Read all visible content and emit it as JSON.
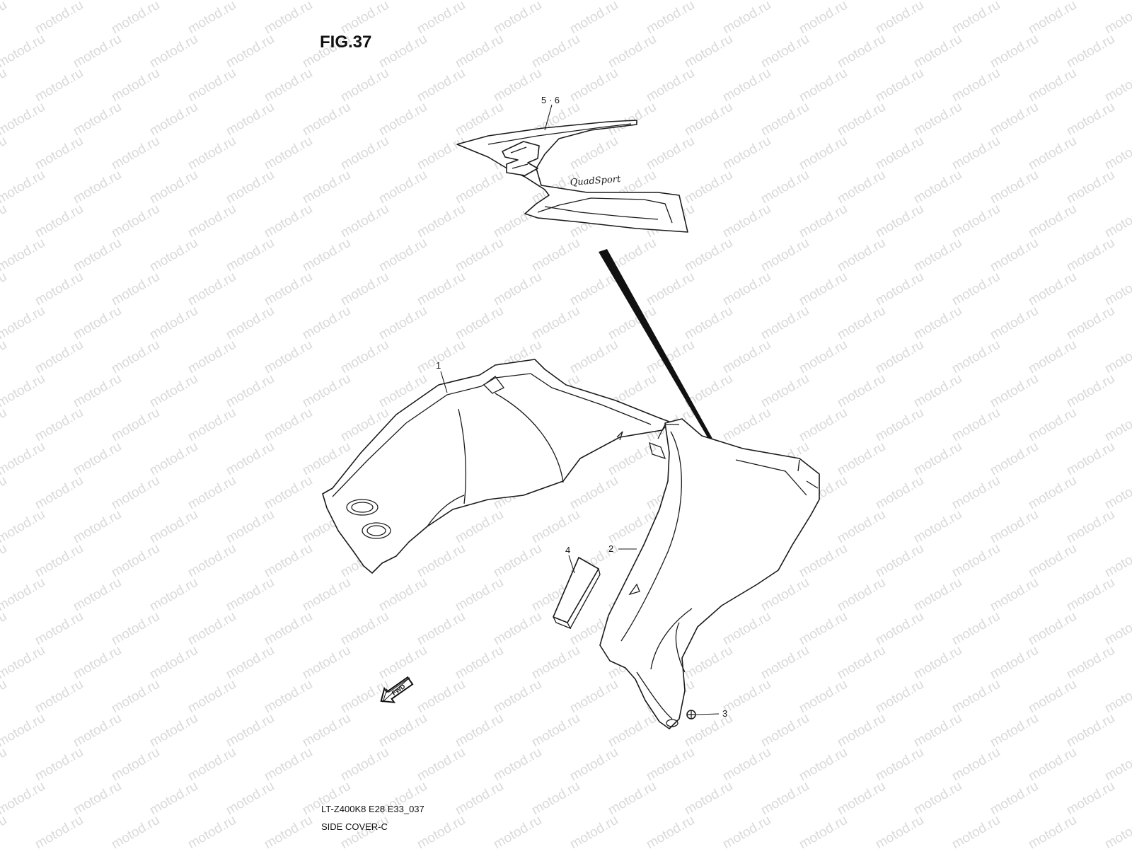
{
  "figure": {
    "title": "FIG.37",
    "code": "LT-Z400K8 E28 E33_037",
    "name": "SIDE COVER-C"
  },
  "watermark": "motod.ru",
  "callouts": [
    {
      "id": "decal",
      "label": "5 · 6"
    },
    {
      "id": "inner-cover",
      "label": "1"
    },
    {
      "id": "side-cover",
      "label": "2"
    },
    {
      "id": "clip",
      "label": "3"
    },
    {
      "id": "pad",
      "label": "4"
    }
  ],
  "decal_text": "QuadSport",
  "fwd_label": "FWD",
  "colors": {
    "line": "#1a1a1a",
    "watermark": "#d9d9d9",
    "background": "#ffffff"
  }
}
